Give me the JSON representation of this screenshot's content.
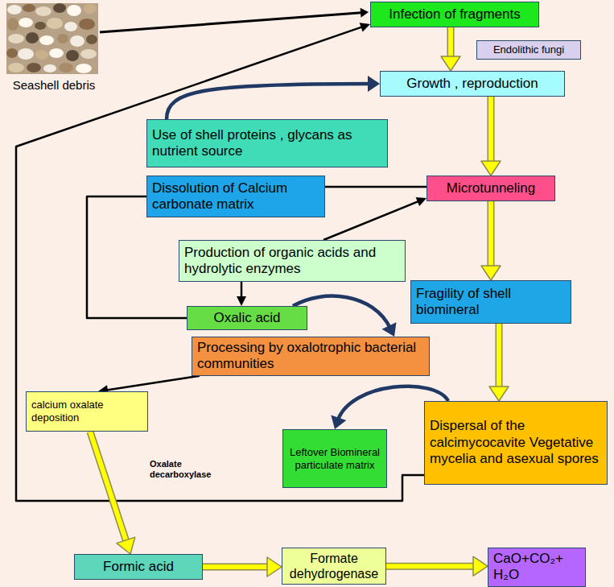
{
  "diagram": {
    "nodes": [
      {
        "text": [
          "Infection of fragments"
        ]
      },
      {
        "text": [
          "Endolithic fungi"
        ]
      },
      {
        "text": [
          "Growth , reproduction"
        ]
      },
      {
        "text": [
          "Use of shell proteins , glycans as nutrient source"
        ]
      },
      {
        "text": [
          "Dissolution of Calcium carbonate matrix"
        ]
      },
      {
        "text": [
          "Microtunneling"
        ]
      },
      {
        "text": [
          "Production of organic acids and hydrolytic enzymes"
        ]
      },
      {
        "text": [
          "Oxalic acid"
        ]
      },
      {
        "text": [
          "Fragility of shell biomineral"
        ]
      },
      {
        "text": [
          "Processing by oxalotrophic bacterial communities"
        ]
      },
      {
        "text": [
          "calcium oxalate deposition"
        ]
      },
      {
        "text": [
          "Leftover Biomineral particulate matrix"
        ]
      },
      {
        "text": [
          "Dispersal of the calcimycocavite Vegetative mycelia and asexual spores"
        ]
      },
      {
        "text": [
          "Formic acid"
        ]
      },
      {
        "text": [
          "Formate dehydrogenase"
        ]
      },
      {
        "text": [
          "CaO+CO₂+ H₂O"
        ]
      }
    ],
    "edges": [
      {
        "from": 0,
        "to": 2,
        "arrow": "to"
      },
      {
        "from": 3,
        "to": 2,
        "arrow": "to"
      },
      {
        "from": 2,
        "to": 5,
        "arrow": "to"
      },
      {
        "from": 4,
        "to": 5,
        "arrow": "none"
      },
      {
        "from": 6,
        "to": 5,
        "arrow": "to"
      },
      {
        "from": 6,
        "to": 7,
        "arrow": "to"
      },
      {
        "from": 7,
        "to": 4,
        "arrow": "none"
      },
      {
        "from": 7,
        "to": 9,
        "arrow": "to"
      },
      {
        "from": 5,
        "to": 8,
        "arrow": "to"
      },
      {
        "from": 8,
        "to": 12,
        "arrow": "to"
      },
      {
        "from": 9,
        "to": 10,
        "arrow": "to"
      },
      {
        "from": 12,
        "to": 11,
        "arrow": "to"
      },
      {
        "from": 12,
        "to": 0,
        "arrow": "to"
      },
      {
        "from": 10,
        "to": 13,
        "arrow": "to"
      },
      {
        "from": 13,
        "to": 14,
        "arrow": "to"
      },
      {
        "from": 14,
        "to": 15,
        "arrow": "to"
      }
    ],
    "labels": [
      "Seashell debris",
      "Oxalate decarboxylase"
    ]
  }
}
